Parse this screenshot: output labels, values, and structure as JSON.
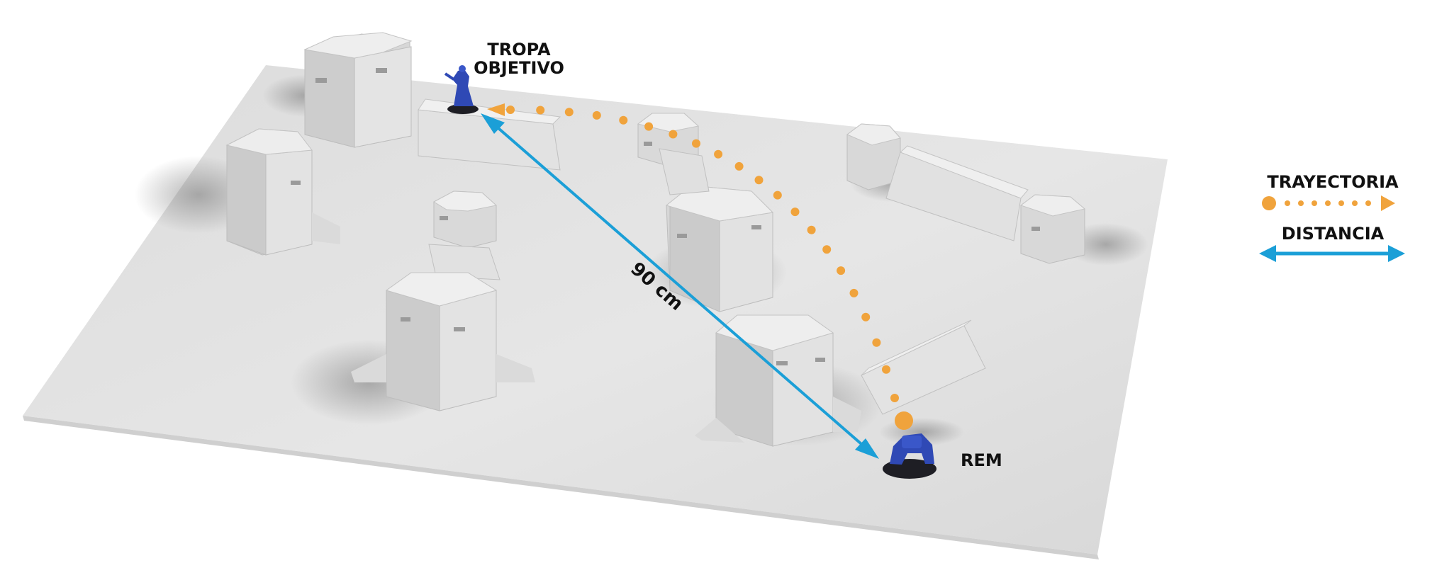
{
  "labels": {
    "target_line1": "TROPA",
    "target_line2": "OBJETIVO",
    "shooter": "REM",
    "distance": "90 cm"
  },
  "legend": {
    "trajectory": "TRAYECTORIA",
    "distance": "DISTANCIA"
  },
  "colors": {
    "trajectory": "#f0a33c",
    "distance": "#1b9fd7",
    "board": "#e3e3e3",
    "miniature": "#2f49b5"
  }
}
